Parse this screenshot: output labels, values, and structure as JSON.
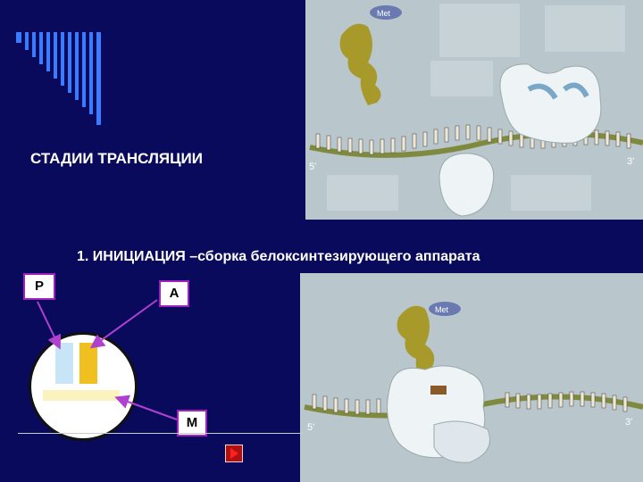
{
  "slide": {
    "title": "СТАДИИ ТРАНСЛЯЦИИ",
    "subtitle": "1. ИНИЦИАЦИЯ –сборка белоксинтезирующего аппарата"
  },
  "labels": {
    "p_site": "P",
    "a_site": "A",
    "m_site": "M"
  },
  "illustration": {
    "top": {
      "met": "Met",
      "five_prime": "5'",
      "three_prime": "3'"
    },
    "bottom": {
      "met": "Met",
      "five_prime": "5'",
      "three_prime": "3'"
    }
  },
  "colors": {
    "background": "#0a0a5c",
    "accent_stripes": "#3a7bff",
    "label_border": "#a020c0",
    "p_site": "#c8e4f7",
    "a_site": "#f0c020",
    "play_button": "#b01010"
  },
  "icons": {
    "play": "play-triangle-icon"
  }
}
